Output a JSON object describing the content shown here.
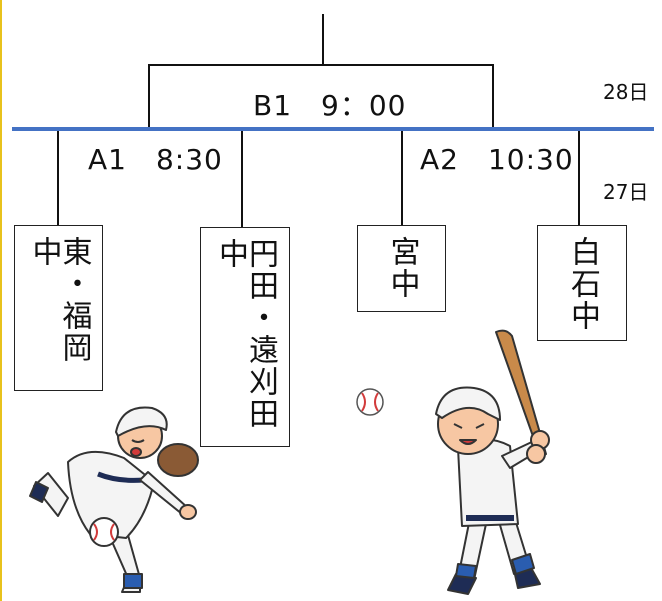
{
  "matches": {
    "final": {
      "label": "B1　9：00"
    },
    "semi1": {
      "label": "A1　8:30"
    },
    "semi2": {
      "label": "A2　10:30"
    }
  },
  "days": {
    "upper": "28日",
    "lower": "27日"
  },
  "teams": [
    {
      "name": "東・福岡中"
    },
    {
      "name": "円田・遠刈田中"
    },
    {
      "name": "宮中"
    },
    {
      "name": "白石中"
    }
  ],
  "illustrations": {
    "pitcher": "pitcher-illustration",
    "batter": "batter-illustration",
    "ball": "baseball-icon"
  },
  "colors": {
    "divider": "#4472c4",
    "border_accent": "#e8c21c"
  }
}
